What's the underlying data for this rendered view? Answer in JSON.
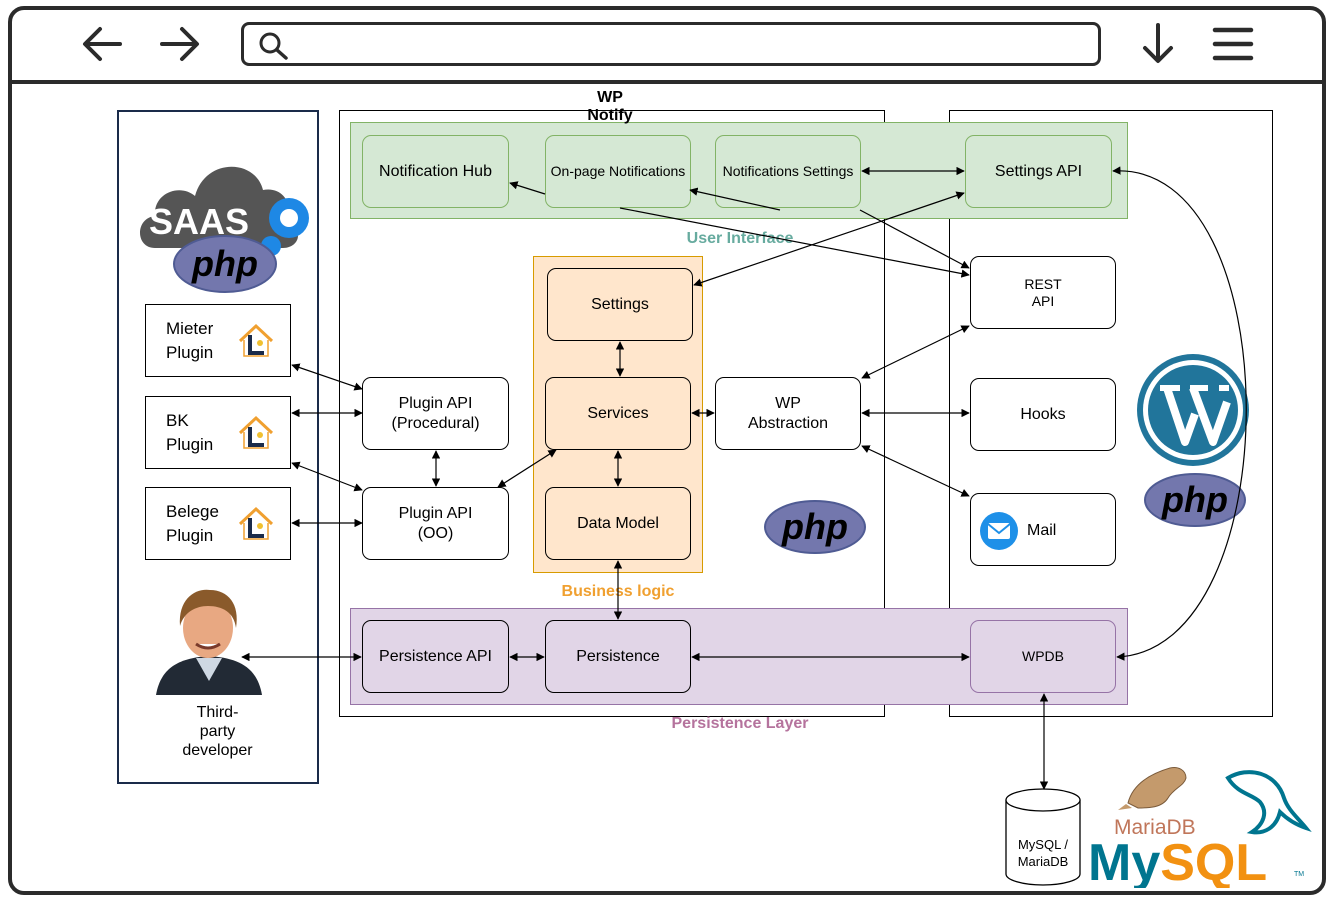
{
  "app": {
    "title": "WP\nNotify"
  },
  "toolbar": {
    "back_icon": "arrow-left-icon",
    "forward_icon": "arrow-right-icon",
    "search_icon": "search-icon",
    "download_icon": "download-icon",
    "menu_icon": "hamburger-menu-icon",
    "address_value": ""
  },
  "layers": {
    "user_interface": "User Interface",
    "business_logic": "Business logic",
    "persistence": "Persistence Layer"
  },
  "colors": {
    "ui_fill": "#d5e8d4",
    "ui_border": "#82b366",
    "ui_label": "#67ab9f",
    "bl_fill": "#ffe6cc",
    "bl_border": "#d79b00",
    "bl_label": "#f0a030",
    "pl_fill": "#e1d5e7",
    "pl_border": "#9673a6",
    "pl_label": "#b5739d",
    "left_panel_border": "#1a2b4a",
    "php_purple": "#7377ad",
    "wordpress_blue": "#21759b"
  },
  "nodes": {
    "notification_hub": "Notification Hub",
    "onpage_notifications": "On-page Notifications",
    "notifications_settings": "Notifications Settings",
    "settings_api": "Settings API",
    "settings": "Settings",
    "services": "Services",
    "data_model": "Data Model",
    "plugin_api_procedural": "Plugin API\n(Procedural)",
    "plugin_api_oo": "Plugin API\n(OO)",
    "wp_abstraction": "WP\nAbstraction",
    "rest_api": "REST\nAPI",
    "hooks": "Hooks",
    "mail": "Mail",
    "persistence_api": "Persistence API",
    "persistence": "Persistence",
    "wpdb": "WPDB",
    "database": "MySQL /\nMariaDB"
  },
  "left_panel": {
    "saas_logo_text": "SAAS",
    "php_logo_text": "php",
    "plugins": [
      {
        "label": "Mieter\nPlugin"
      },
      {
        "label": "BK\nPlugin"
      },
      {
        "label": "Belege\nPlugin"
      }
    ],
    "developer_label": "Third-\nparty\ndeveloper"
  },
  "logos": {
    "php_center": "php",
    "php_right": "php",
    "wordpress_icon": "wordpress-logo",
    "mariadb_text": "MariaDB",
    "mysql_text": "MySQL",
    "mysql_tm": "TM"
  }
}
